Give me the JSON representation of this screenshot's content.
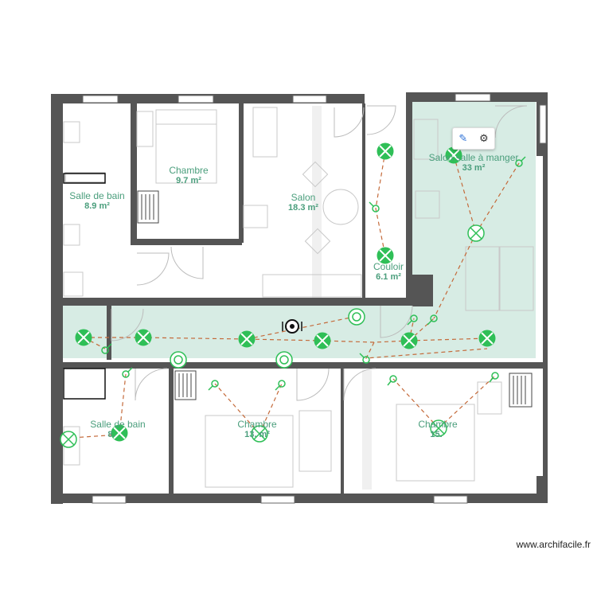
{
  "rooms": [
    {
      "name": "Salle de bain",
      "area": "8.9 m²"
    },
    {
      "name": "Chambre",
      "area": "9.7 m²"
    },
    {
      "name": "Salon",
      "area": "18.3 m²"
    },
    {
      "name": "Salon salle à manger",
      "area": "33 m²"
    },
    {
      "name": "Couloir",
      "area": "6.1 m²"
    },
    {
      "name": "Salle de bain",
      "area": "8."
    },
    {
      "name": "Chambre",
      "area": "13.   m²"
    },
    {
      "name": "Chambre",
      "area": "15."
    }
  ],
  "toolbar": {
    "edit_icon": "pencil-icon",
    "settings_icon": "gear-icon",
    "edit_glyph": "✎",
    "settings_glyph": "⚙"
  },
  "watermark": "www.archifacile.fr",
  "colors": {
    "wall": "#555555",
    "highlight": "#d7ece4",
    "symbol": "#2fbf57",
    "wire": "#c46a3a",
    "label": "#4a9e7c"
  }
}
